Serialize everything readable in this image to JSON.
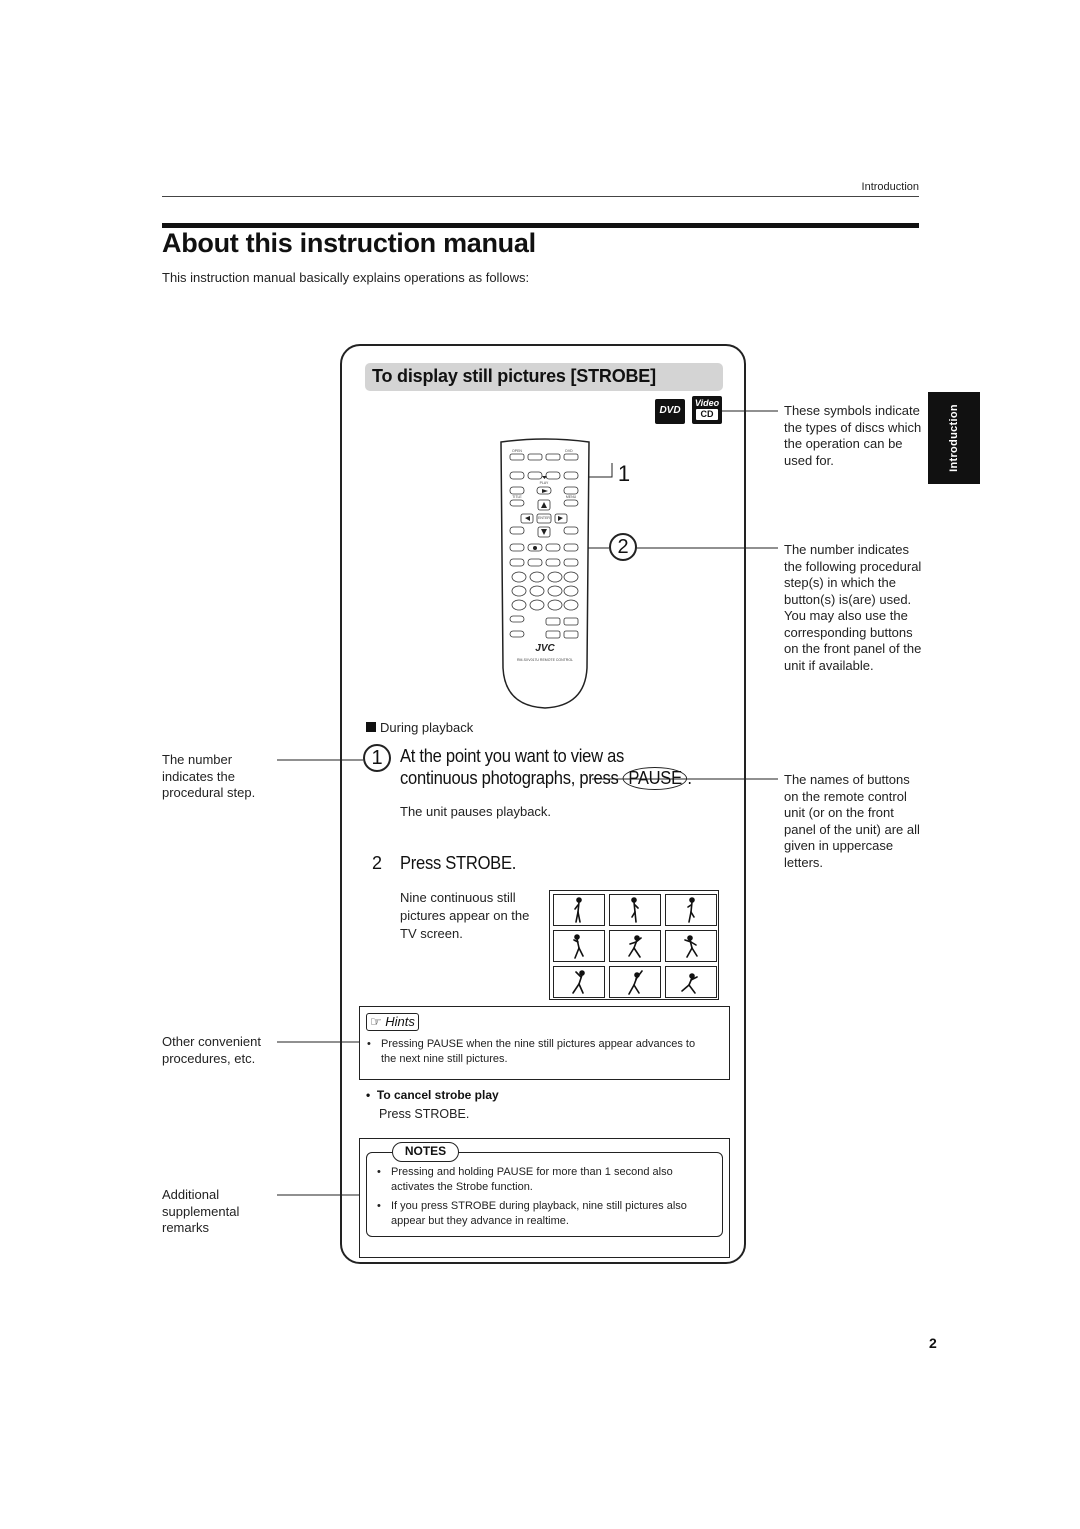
{
  "header": {
    "section_label": "Introduction",
    "title": "About this instruction manual",
    "intro": "This instruction manual basically explains operations as follows:"
  },
  "side_tab": {
    "label": "Introduction"
  },
  "example": {
    "heading": "To display still pictures [STROBE]",
    "disc_icons": {
      "dvd": "DVD",
      "vcd_top": "Video",
      "vcd_bottom": "CD"
    },
    "remote_callouts": [
      "1",
      "2"
    ],
    "condition": "During playback",
    "step1": {
      "number": "1",
      "text_before": "At the point you want to view as continuous photographs, press ",
      "button": "PAUSE",
      "text_after": ".",
      "result": "The unit pauses playback."
    },
    "step2": {
      "number": "2",
      "text": "Press STROBE.",
      "result": "Nine continuous still pictures appear on the TV screen."
    },
    "hints": {
      "label": "Hints",
      "items": [
        "Pressing PAUSE when the nine still pictures appear advances to the next nine still pictures."
      ]
    },
    "cancel": {
      "title": "To cancel strobe play",
      "text": "Press STROBE."
    },
    "notes": {
      "label": "NOTES",
      "items": [
        "Pressing and holding PAUSE for more than 1 second also activates the Strobe function.",
        "If you press STROBE during playback, nine still pictures also appear but they advance in realtime."
      ]
    }
  },
  "annotations": {
    "right": [
      "These symbols indicate the types of discs which the operation can be used for.",
      "The number indicates the following procedural step(s) in which the button(s) is(are) used. You may also use the corresponding buttons on the front panel of the unit if available.",
      "The names of buttons on the remote control unit (or on the front panel of the unit) are all given in uppercase letters."
    ],
    "left": [
      "The number indicates the procedural step.",
      "Other convenient procedures, etc.",
      "Additional supplemental remarks"
    ]
  },
  "page_number": "2"
}
